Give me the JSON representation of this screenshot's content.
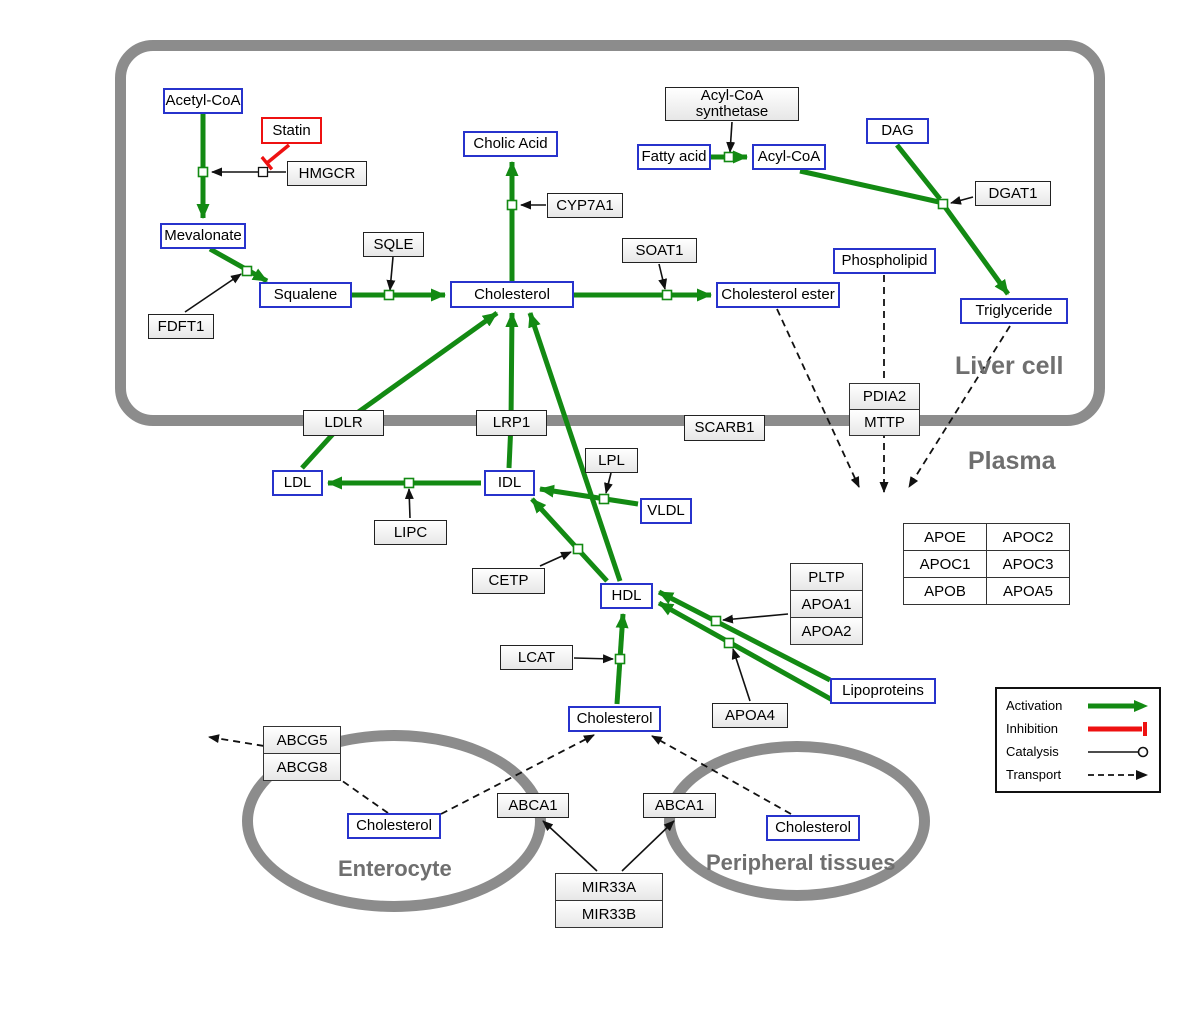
{
  "regions": {
    "liver_cell": "Liver cell",
    "plasma": "Plasma",
    "enterocyte": "Enterocyte",
    "peripheral_tissues": "Peripheral tissues"
  },
  "nodes": {
    "acetyl_coa": "Acetyl-CoA",
    "statin": "Statin",
    "hmgcr": "HMGCR",
    "mevalonate": "Mevalonate",
    "fdft1": "FDFT1",
    "squalene": "Squalene",
    "sqle": "SQLE",
    "cholesterol_liver": "Cholesterol",
    "cholic_acid": "Cholic Acid",
    "cyp7a1": "CYP7A1",
    "soat1": "SOAT1",
    "cholesterol_ester": "Cholesterol ester",
    "acyl_coa_synthetase": "Acyl-CoA synthetase",
    "fatty_acid": "Fatty acid",
    "acyl_coa": "Acyl-CoA",
    "dag": "DAG",
    "dgat1": "DGAT1",
    "phospholipid": "Phospholipid",
    "triglyceride": "Triglyceride",
    "ldlr": "LDLR",
    "lrp1": "LRP1",
    "scarb1": "SCARB1",
    "pdia2": "PDIA2",
    "mttp": "MTTP",
    "ldl": "LDL",
    "idl": "IDL",
    "lipc": "LIPC",
    "lpl": "LPL",
    "vldl": "VLDL",
    "cetp": "CETP",
    "hdl": "HDL",
    "pltp": "PLTP",
    "apoa1": "APOA1",
    "apoa2": "APOA2",
    "lcat": "LCAT",
    "apoa4": "APOA4",
    "lipoproteins": "Lipoproteins",
    "apoe": "APOE",
    "apoc2": "APOC2",
    "apoc1": "APOC1",
    "apoc3": "APOC3",
    "apob": "APOB",
    "apoa5": "APOA5",
    "cholesterol_plasma": "Cholesterol",
    "abcg5": "ABCG5",
    "abcg8": "ABCG8",
    "cholesterol_enterocyte": "Cholesterol",
    "abca1_left": "ABCA1",
    "abca1_right": "ABCA1",
    "cholesterol_peripheral": "Cholesterol",
    "mir33a": "MIR33A",
    "mir33b": "MIR33B"
  },
  "legend": {
    "activation": "Activation",
    "inhibition": "Inhibition",
    "catalysis": "Catalysis",
    "transport": "Transport"
  },
  "colors": {
    "activation_green": "#138a13",
    "inhibition_red": "#ee1111",
    "metabolite_border_blue": "#2733cc",
    "membrane_gray": "#8c8c8c",
    "region_label_gray": "#6f6f6f"
  },
  "interactions": [
    {
      "from": "acetyl_coa",
      "to": "mevalonate",
      "type": "conversion",
      "via": "hmgcr"
    },
    {
      "from": "statin",
      "to": "hmgcr",
      "type": "inhibition"
    },
    {
      "from": "mevalonate",
      "to": "squalene",
      "type": "conversion",
      "via": "fdft1"
    },
    {
      "from": "squalene",
      "to": "cholesterol_liver",
      "type": "conversion",
      "via": "sqle"
    },
    {
      "from": "cholesterol_liver",
      "to": "cholic_acid",
      "type": "conversion",
      "via": "cyp7a1"
    },
    {
      "from": "cholesterol_liver",
      "to": "cholesterol_ester",
      "type": "conversion",
      "via": "soat1"
    },
    {
      "from": "fatty_acid",
      "to": "acyl_coa",
      "type": "conversion",
      "via": "acyl_coa_synthetase"
    },
    {
      "from": "acyl_coa",
      "to": "triglyceride",
      "type": "conversion",
      "via": "dgat1"
    },
    {
      "from": "dag",
      "to": "triglyceride",
      "type": "conversion",
      "via": "dgat1"
    },
    {
      "from": "ldl",
      "to": "cholesterol_liver",
      "type": "conversion",
      "via": "ldlr"
    },
    {
      "from": "idl",
      "to": "cholesterol_liver",
      "type": "conversion",
      "via": "lrp1"
    },
    {
      "from": "hdl",
      "to": "cholesterol_liver",
      "type": "conversion"
    },
    {
      "from": "idl",
      "to": "ldl",
      "type": "conversion",
      "via": "lipc"
    },
    {
      "from": "vldl",
      "to": "idl",
      "type": "conversion",
      "via": "lpl"
    },
    {
      "from": "hdl",
      "to": "idl",
      "type": "conversion",
      "via": "cetp"
    },
    {
      "from": "lipoproteins",
      "to": "hdl",
      "type": "conversion",
      "via": "pltp/apoa1/apoa2"
    },
    {
      "from": "lipoproteins",
      "to": "hdl",
      "type": "conversion",
      "via": "apoa4"
    },
    {
      "from": "cholesterol_plasma",
      "to": "hdl",
      "type": "conversion",
      "via": "lcat"
    },
    {
      "from": "cholesterol_ester",
      "to": "plasma",
      "type": "transport"
    },
    {
      "from": "phospholipid",
      "to": "plasma",
      "type": "transport",
      "via": "pdia2/mttp"
    },
    {
      "from": "triglyceride",
      "to": "plasma",
      "type": "transport"
    },
    {
      "from": "cholesterol_enterocyte",
      "to": "lumen",
      "type": "transport",
      "via": "abcg5/abcg8"
    },
    {
      "from": "cholesterol_enterocyte",
      "to": "cholesterol_plasma",
      "type": "transport",
      "via": "abca1_left"
    },
    {
      "from": "cholesterol_peripheral",
      "to": "cholesterol_plasma",
      "type": "transport",
      "via": "abca1_right"
    },
    {
      "from": "mir33a/mir33b",
      "to": "abca1_left",
      "type": "regulation"
    },
    {
      "from": "mir33a/mir33b",
      "to": "abca1_right",
      "type": "regulation"
    }
  ]
}
